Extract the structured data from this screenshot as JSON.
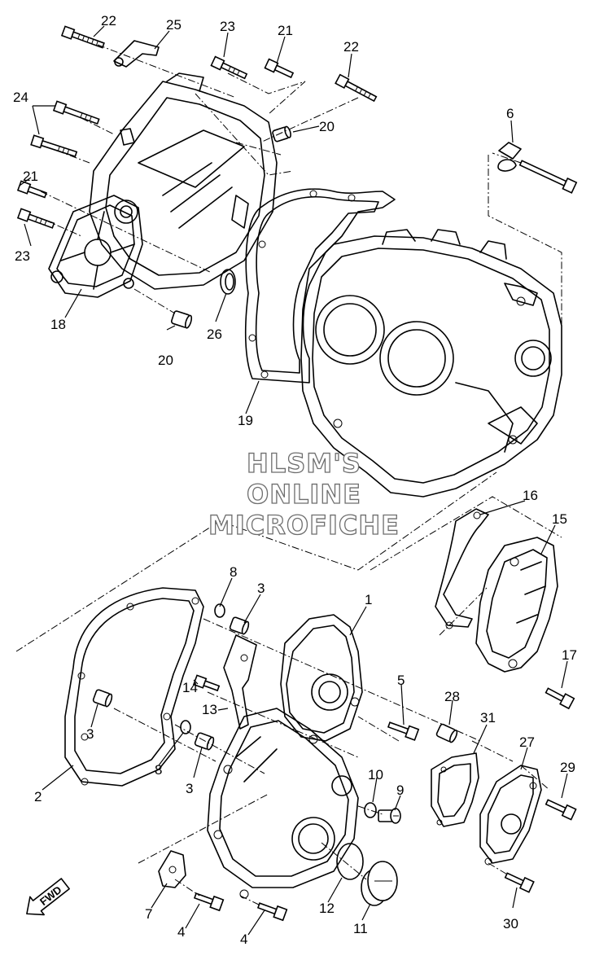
{
  "callouts": [
    "1",
    "2",
    "3",
    "3",
    "3",
    "4",
    "4",
    "5",
    "6",
    "7",
    "8",
    "8",
    "9",
    "10",
    "11",
    "12",
    "13",
    "14",
    "15",
    "16",
    "17",
    "18",
    "19",
    "20",
    "20",
    "21",
    "21",
    "22",
    "22",
    "23",
    "23",
    "24",
    "25",
    "26",
    "27",
    "28",
    "29",
    "30",
    "31"
  ],
  "watermark": {
    "line1": "HLSM'S",
    "line2": "ONLINE",
    "line3": "MICROFICHE"
  },
  "direction_label": "FWD"
}
